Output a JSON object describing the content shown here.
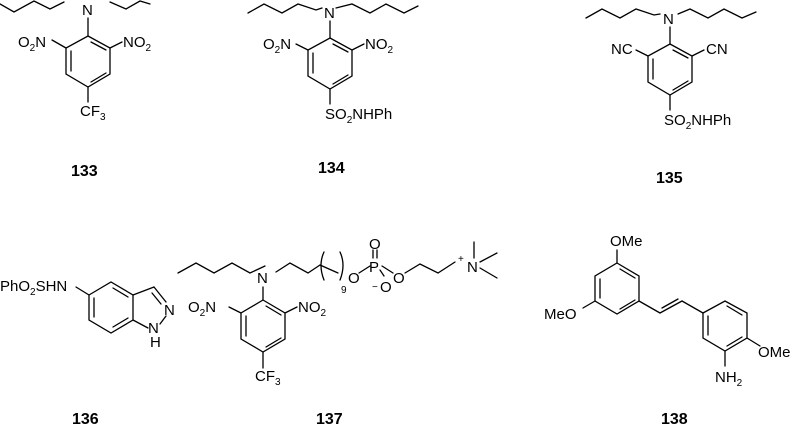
{
  "figure": {
    "compounds": [
      {
        "id": "133",
        "label": "133",
        "substituents": {
          "amine": "N",
          "ortho_left": "O2N",
          "ortho_right": "NO2",
          "para": "CF3"
        }
      },
      {
        "id": "134",
        "label": "134",
        "substituents": {
          "amine": "N",
          "ortho_left": "O2N",
          "ortho_right": "NO2",
          "para": "SO2NHPh"
        }
      },
      {
        "id": "135",
        "label": "135",
        "substituents": {
          "amine": "N",
          "ortho_left": "NC",
          "ortho_right": "CN",
          "para": "SO2NHPh"
        }
      },
      {
        "id": "136",
        "label": "136",
        "substituents": {
          "left": "PhO2SHN",
          "ring_N": "N",
          "ring_NH": "NH"
        }
      },
      {
        "id": "137",
        "label": "137",
        "substituents": {
          "amine": "N",
          "ortho_left": "O2N",
          "ortho_right": "NO2",
          "para": "CF3",
          "repeat": "9",
          "phosphate": "P",
          "ammonium": "N+"
        }
      },
      {
        "id": "138",
        "label": "138",
        "substituents": {
          "top": "OMe",
          "left": "MeO",
          "right": "OMe",
          "amine": "NH2"
        }
      }
    ],
    "text": {
      "N": "N",
      "O2N_O": "O",
      "O2N_2": "2",
      "O2N_N": "N",
      "NO2_N": "NO",
      "NO2_2": "2",
      "CF": "CF",
      "CF_3": "3",
      "SO": "SO",
      "SO_2": "2",
      "NHPh": "NHPh",
      "NC": "NC",
      "CN": "CN",
      "PhO": "PhO",
      "PhO_2": "2",
      "SHN": "SHN",
      "H": "H",
      "O": "O",
      "P": "P",
      "minus": "−",
      "plus": "+",
      "nine": "9",
      "OMe": "OMe",
      "MeO": "MeO",
      "NH": "NH",
      "NH_2": "2"
    }
  }
}
